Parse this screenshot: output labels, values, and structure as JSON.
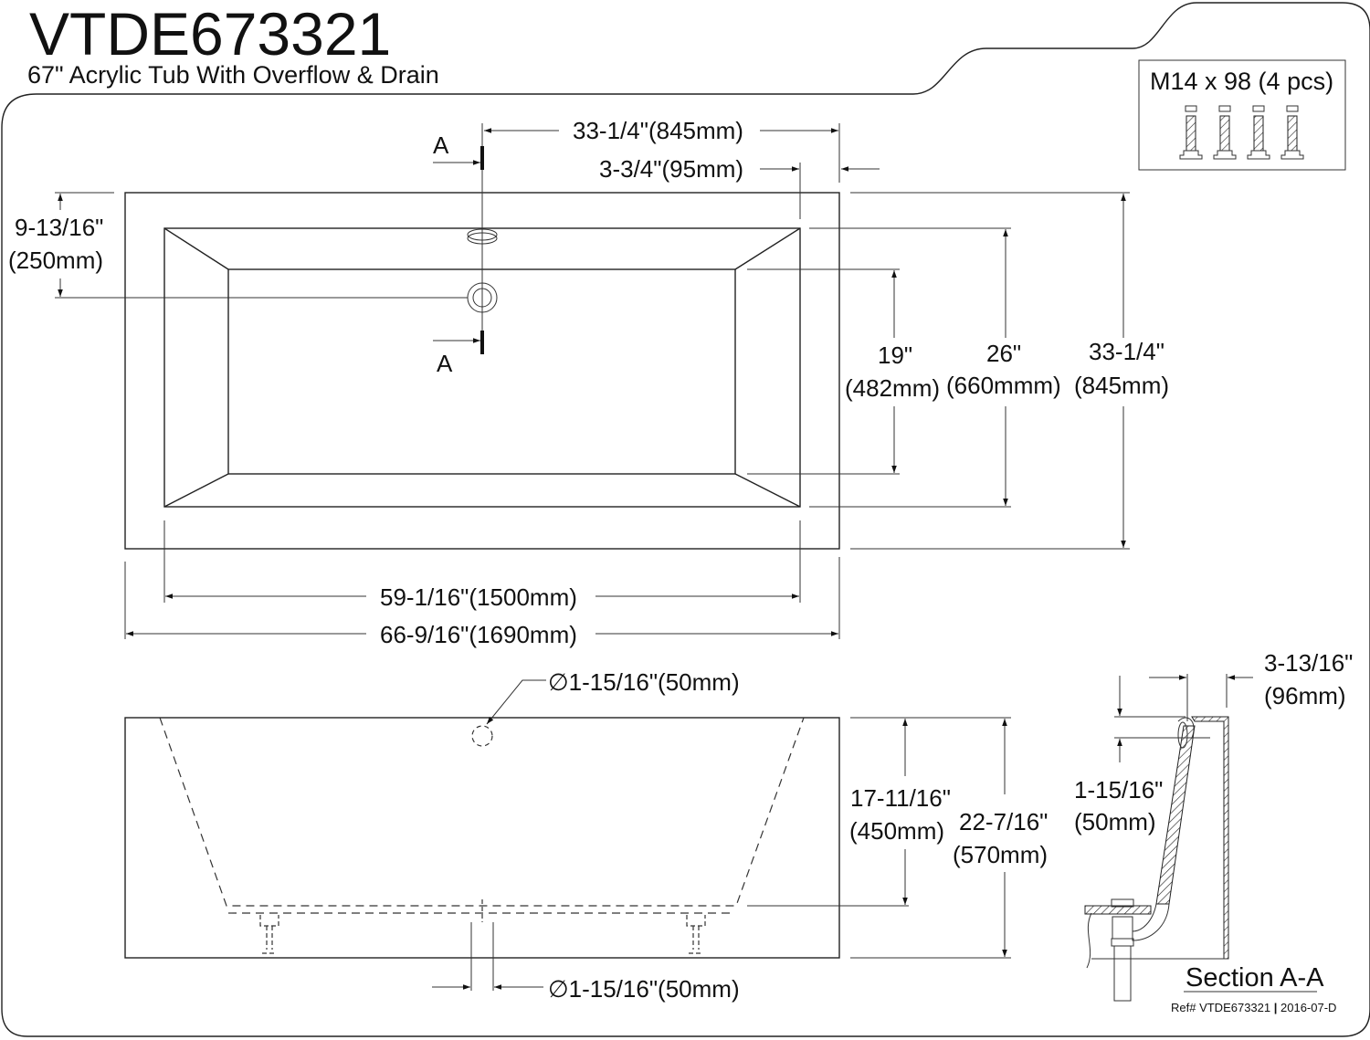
{
  "header": {
    "model": "VTDE673321",
    "subtitle": "67\" Acrylic Tub With Overflow & Drain"
  },
  "hardware_box": {
    "label": "M14 x 98 (4 pcs)",
    "bolt_count": 4,
    "bolt_icon": "leveling-bolt-icon"
  },
  "top_view": {
    "section_marker_top": "A",
    "section_marker_bottom": "A",
    "width_total": "33-1/4\"(845mm)",
    "rim_offset": "3-3/4\"(95mm)",
    "overflow_offset": {
      "imperial": "9-13/16\"",
      "metric": "(250mm)"
    },
    "inner_floor_width": {
      "imperial": "19\"",
      "metric": "(482mm)"
    },
    "inner_top_width": {
      "imperial": "26\"",
      "metric": "(660mmm)"
    },
    "outer_width": {
      "imperial": "33-1/4\"",
      "metric": "(845mm)"
    },
    "inner_length": "59-1/16\"(1500mm)",
    "outer_length": "66-9/16\"(1690mm)"
  },
  "side_view": {
    "overflow_diameter": "∅1-15/16\"(50mm)",
    "drain_diameter": "∅1-15/16\"(50mm)",
    "inner_depth": {
      "imperial": "17-11/16\"",
      "metric": "(450mm)"
    },
    "outer_height": {
      "imperial": "22-7/16\"",
      "metric": "(570mm)"
    }
  },
  "section_view": {
    "title": "Section A-A",
    "wall_offset": {
      "imperial": "3-13/16\"",
      "metric": "(96mm)"
    },
    "overflow_height": {
      "imperial": "1-15/16\"",
      "metric": "(50mm)"
    }
  },
  "footer": {
    "ref": "Ref# VTDE673321",
    "separator": "|",
    "revision": "2016-07-D"
  }
}
